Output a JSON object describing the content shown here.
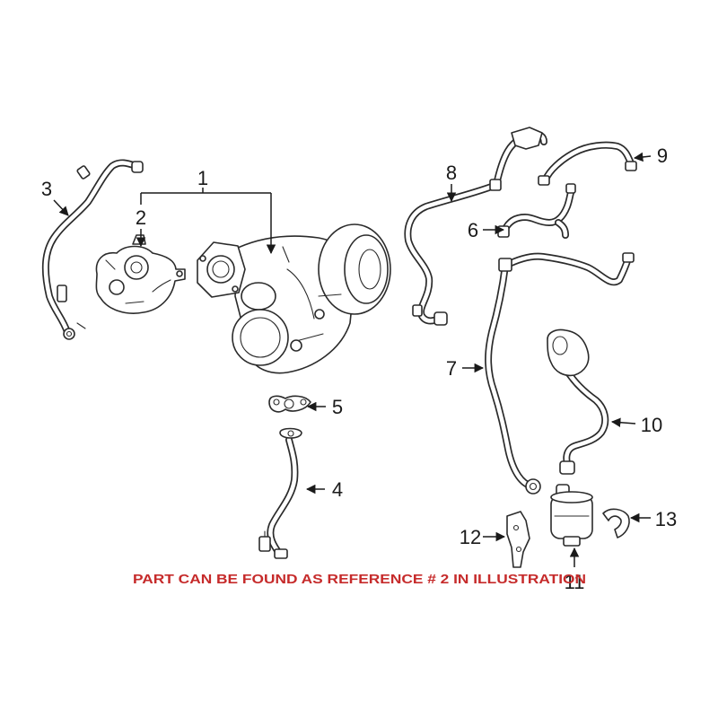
{
  "callouts": {
    "c1": "1",
    "c2": "2",
    "c3": "3",
    "c4": "4",
    "c5": "5",
    "c6": "6",
    "c7": "7",
    "c8": "8",
    "c9": "9",
    "c10": "10",
    "c11": "11",
    "c12": "12",
    "c13": "13"
  },
  "note": "PART CAN BE FOUND AS REFERENCE # 2 IN ILLUSTRATION",
  "colors": {
    "line": "#2b2b2b",
    "note": "#c62b2b",
    "background": "#ffffff"
  }
}
